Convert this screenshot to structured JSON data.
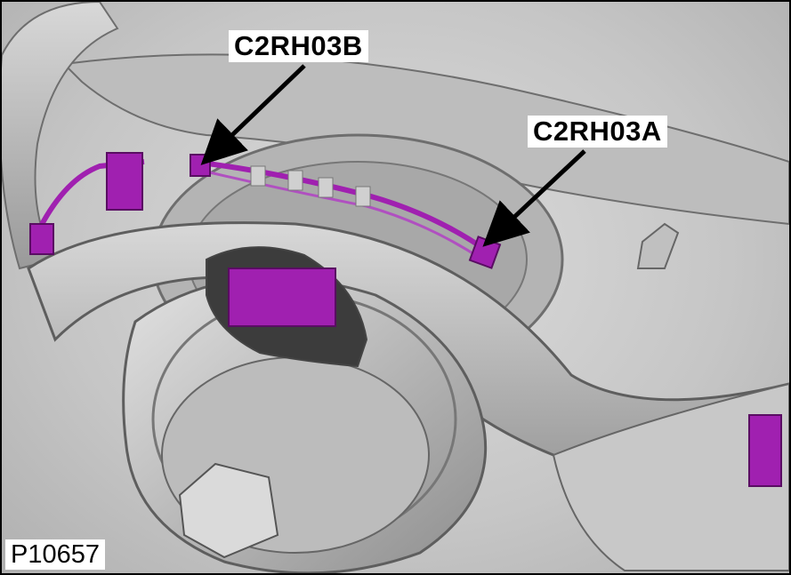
{
  "callouts": {
    "connector_b": "C2RH03B",
    "connector_a": "C2RH03A"
  },
  "figure_id": "P10657",
  "colors": {
    "metal": "#c4c4c4",
    "connector": "#a020b0",
    "background": "#ffffff",
    "arrow": "#000000"
  }
}
